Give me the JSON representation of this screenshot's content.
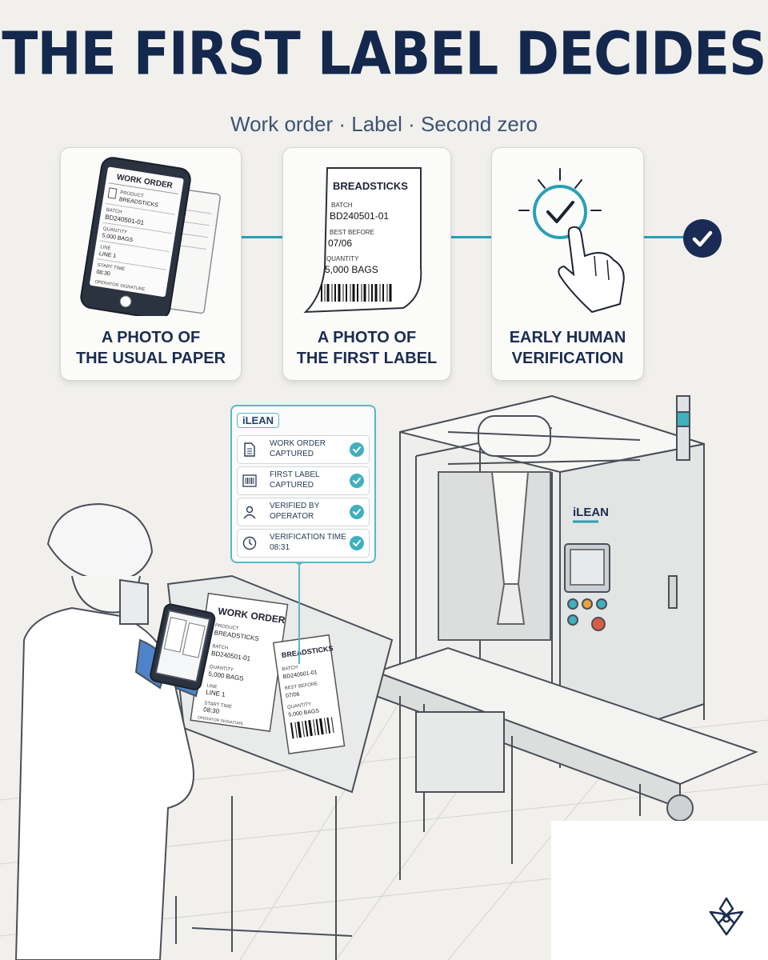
{
  "header": {
    "title": "THE FIRST LABEL DECIDES",
    "subtitle": "Work order · Label · Second zero"
  },
  "steps": [
    {
      "label_line1": "A PHOTO OF",
      "label_line2": "THE USUAL PAPER",
      "icon": "phone-work-order-icon"
    },
    {
      "label_line1": "A PHOTO OF",
      "label_line2": "THE FIRST LABEL",
      "icon": "label-icon"
    },
    {
      "label_line1": "EARLY HUMAN",
      "label_line2": "VERIFICATION",
      "icon": "touch-verify-icon"
    }
  ],
  "work_order": {
    "title": "WORK ORDER",
    "product_label": "PRODUCT",
    "product_value": "BREADSTICKS",
    "batch_label": "BATCH",
    "batch_value": "BD240501-01",
    "quantity_label": "QUANTITY",
    "quantity_value": "5,000 BAGS",
    "line_label": "LINE",
    "line_value": "LINE 1",
    "start_label": "START TIME",
    "start_value": "08:30",
    "signature_label": "OPERATOR SIGNATURE"
  },
  "first_label": {
    "title": "BREADSTICKS",
    "batch_label": "BATCH",
    "batch_value": "BD240501-01",
    "best_before_label": "BEST BEFORE",
    "best_before_value": "07/06",
    "quantity_label": "QUANTITY",
    "quantity_value": "5,000 BAGS"
  },
  "ilean_panel": {
    "logo": "iLEAN",
    "rows": [
      {
        "line1": "WORK ORDER",
        "line2": "CAPTURED",
        "icon": "document-icon",
        "checked": true
      },
      {
        "line1": "FIRST LABEL",
        "line2": "CAPTURED",
        "icon": "barcode-icon",
        "checked": true
      },
      {
        "line1": "VERIFIED BY",
        "line2": "OPERATOR",
        "icon": "user-icon",
        "checked": true
      },
      {
        "line1": "VERIFICATION TIME",
        "line2": "08:31",
        "icon": "clock-icon",
        "checked": true
      }
    ]
  },
  "machine": {
    "brand": "iLEAN"
  },
  "colors": {
    "navy": "#14284d",
    "teal": "#2aa0b4",
    "background": "#f1f0ed"
  }
}
